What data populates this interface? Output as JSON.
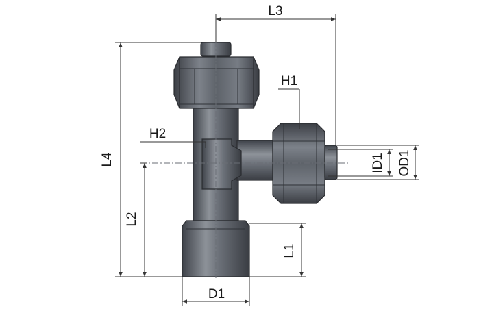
{
  "labels": {
    "L3": "L3",
    "L4": "L4",
    "H1": "H1",
    "H2": "H2",
    "L2": "L2",
    "L1": "L1",
    "D1": "D1",
    "ID1": "ID1",
    "OD1": "OD1"
  },
  "colors": {
    "metal_dark": "#4a4e55",
    "metal_mid": "#7c8189",
    "metal_light": "#b7bbc1",
    "outline": "#2a2c30",
    "dimension_line": "#333333"
  }
}
